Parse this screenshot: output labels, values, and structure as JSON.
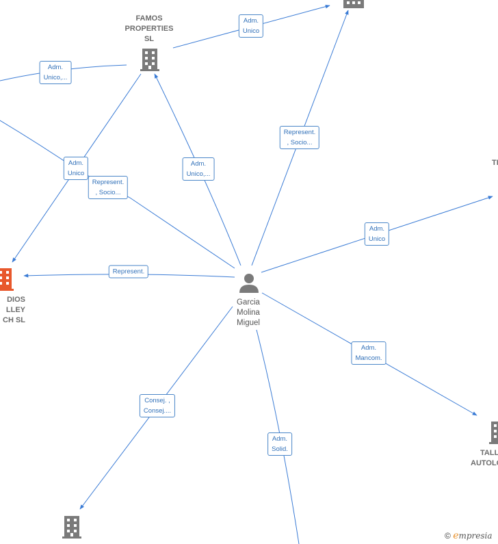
{
  "colors": {
    "edge": "#3a7bd5",
    "building": "#7a7a7a",
    "building_highlight": "#e8582c",
    "person": "#7a7a7a"
  },
  "nodes": {
    "famos": {
      "lines": [
        "FAMOS",
        "PROPERTIES",
        "SL"
      ],
      "icon": "building-icon"
    },
    "person": {
      "lines": [
        "Garcia",
        "Molina",
        "Miguel"
      ],
      "icon": "person-icon"
    },
    "studios": {
      "lines": [
        "DIOS",
        "LLEY",
        "CH  SL"
      ],
      "icon": "building-icon"
    },
    "talleres": {
      "lines": [
        "TALL",
        "AUTOLO"
      ],
      "icon": "building-icon"
    },
    "right_t": {
      "lines": [
        "TI"
      ]
    }
  },
  "edge_labels": {
    "famos_top": [
      "Adm.",
      "Unico"
    ],
    "left_famos": [
      "Adm.",
      "Unico,..."
    ],
    "famos_studios": [
      "Adm.",
      "Unico"
    ],
    "left_person": [
      "Represent.",
      ", Socio..."
    ],
    "person_famos": [
      "Adm.",
      "Unico,..."
    ],
    "person_top": [
      "Represent.",
      ", Socio..."
    ],
    "person_right": [
      "Adm.",
      "Unico"
    ],
    "person_studios": [
      "Represent."
    ],
    "person_talleres": [
      "Adm.",
      "Mancom."
    ],
    "person_bottom_left": [
      "Consej. ,",
      "Consej...."
    ],
    "person_bottom": [
      "Adm.",
      "Solid."
    ]
  },
  "footer": {
    "copyright": "©",
    "brand_initial": "e",
    "brand_rest": "mpresia"
  }
}
